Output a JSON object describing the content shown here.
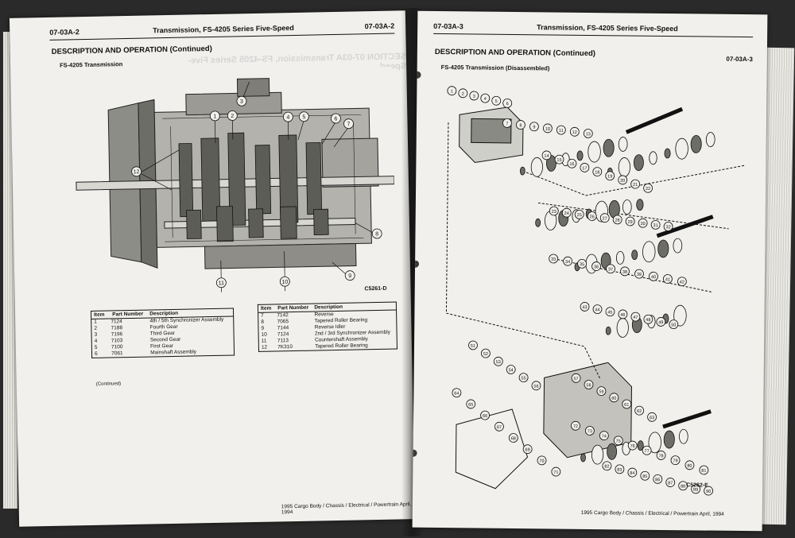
{
  "left_page": {
    "header": {
      "code": "07-03A-2",
      "title": "Transmission, FS-4205 Series Five-Speed",
      "code_right": "07-03A-2"
    },
    "section_title": "DESCRIPTION AND OPERATION (Continued)",
    "figure_title": "FS-4205 Transmission",
    "figure_code": "C5261-D",
    "callouts": [
      "1",
      "2",
      "3",
      "4",
      "5",
      "6",
      "7",
      "8",
      "9",
      "10",
      "11",
      "12"
    ],
    "table_headers": {
      "item": "Item",
      "part_number": "Part Number",
      "description": "Description"
    },
    "table_left": [
      {
        "item": "1",
        "part": "7124",
        "desc": "4th / 5th Synchronizer Assembly"
      },
      {
        "item": "2",
        "part": "7188",
        "desc": "Fourth Gear"
      },
      {
        "item": "3",
        "part": "7196",
        "desc": "Third Gear"
      },
      {
        "item": "4",
        "part": "7103",
        "desc": "Second Gear"
      },
      {
        "item": "5",
        "part": "7100",
        "desc": "First Gear"
      },
      {
        "item": "6",
        "part": "7061",
        "desc": "Mainshaft Assembly"
      }
    ],
    "table_right": [
      {
        "item": "7",
        "part": "7142",
        "desc": "Reverse"
      },
      {
        "item": "8",
        "part": "7065",
        "desc": "Tapered Roller Bearing"
      },
      {
        "item": "9",
        "part": "7144",
        "desc": "Reverse Idler"
      },
      {
        "item": "10",
        "part": "7124",
        "desc": "2nd / 3rd Synchronizer Assembly"
      },
      {
        "item": "11",
        "part": "7113",
        "desc": "Countershaft Assembly"
      },
      {
        "item": "12",
        "part": "7K310",
        "desc": "Tapered Roller Bearing"
      }
    ],
    "continued_note": "(Continued)",
    "footer": "1995 Cargo Body / Chassis / Electrical / Powertrain April, 1994",
    "ghost_text": "SECTION 07-03A Transmission, FS-4205 Series Five-Speed"
  },
  "right_page": {
    "header": {
      "code": "07-03A-3",
      "title": "Transmission, FS-4205 Series Five-Speed",
      "code_right": "07-03A-3"
    },
    "section_title": "DESCRIPTION AND OPERATION (Continued)",
    "figure_title": "FS-4205 Transmission (Disassembled)",
    "figure_code": "C5262-E",
    "callouts": [
      "1",
      "2",
      "3",
      "4",
      "5",
      "6",
      "7",
      "8",
      "9",
      "10",
      "11",
      "12",
      "13",
      "14",
      "15",
      "16",
      "17",
      "18",
      "19",
      "20",
      "21",
      "22",
      "23",
      "24",
      "25",
      "26",
      "27",
      "28",
      "29",
      "30",
      "31",
      "32",
      "33",
      "34",
      "35",
      "36",
      "37",
      "38",
      "39",
      "40",
      "41",
      "42",
      "43",
      "44",
      "45",
      "46",
      "47",
      "48",
      "49",
      "50",
      "51",
      "52",
      "53",
      "54",
      "55",
      "56",
      "57",
      "58",
      "59",
      "60",
      "61",
      "62",
      "63",
      "64",
      "65",
      "66",
      "67",
      "68",
      "69",
      "70",
      "71",
      "72",
      "73",
      "74",
      "75",
      "76",
      "77",
      "78",
      "79",
      "80",
      "81",
      "82",
      "83",
      "84",
      "85",
      "86",
      "87",
      "88",
      "89",
      "90"
    ],
    "footer": "1995 Cargo Body / Chassis / Electrical / Powertrain April, 1994"
  }
}
